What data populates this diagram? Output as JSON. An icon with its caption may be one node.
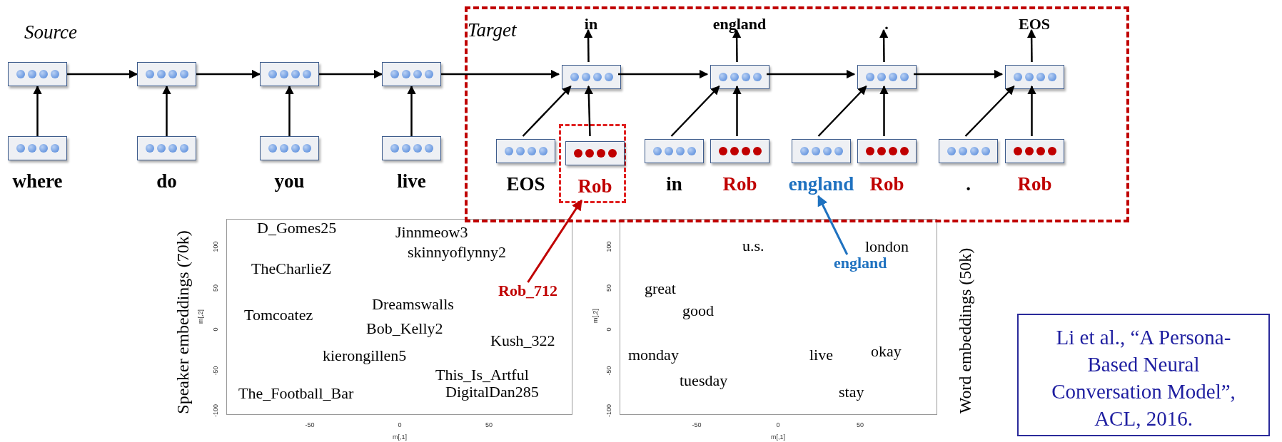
{
  "diagram": {
    "nodes": [
      {
        "text": [],
        "shape": "box"
      },
      {
        "text": [],
        "shape": "box"
      },
      {
        "text": [],
        "shape": "box"
      },
      {
        "text": [],
        "shape": "box"
      },
      {
        "text": [
          "where"
        ]
      },
      {
        "text": [
          "do"
        ]
      },
      {
        "text": [
          "you"
        ]
      },
      {
        "text": [
          "live"
        ]
      },
      {
        "text": [
          "Target"
        ]
      },
      {
        "text": [
          "in"
        ],
        "in": 8
      },
      {
        "text": [
          "england"
        ],
        "in": 8
      },
      {
        "text": [
          "."
        ],
        "in": 8
      },
      {
        "text": [
          "EOS"
        ],
        "in": 8
      },
      {
        "text": [],
        "shape": "box",
        "in": 8
      },
      {
        "text": [],
        "shape": "box",
        "in": 8
      },
      {
        "text": [],
        "shape": "box",
        "in": 8
      },
      {
        "text": [],
        "shape": "box",
        "in": 8
      },
      {
        "text": [
          "EOS"
        ],
        "in": 8
      },
      {
        "text": [],
        "shape": "box",
        "in": 8
      },
      {
        "text": [
          "Rob"
        ],
        "in": 18
      },
      {
        "text": [
          "in"
        ],
        "in": 8
      },
      {
        "text": [
          "Rob"
        ],
        "in": 8
      },
      {
        "text": [
          "england"
        ],
        "in": 8
      },
      {
        "text": [
          "Rob"
        ],
        "in": 8
      },
      {
        "text": [
          "."
        ],
        "in": 8
      },
      {
        "text": [
          "Rob"
        ],
        "in": 8
      },
      {
        "text": [
          "Rob_712"
        ]
      },
      {
        "text": [
          "england"
        ]
      },
      {
        "text": [
          "Li et al., “A Persona-Based Neural Conversation Model”, ACL, 2016."
        ]
      }
    ],
    "edges": [
      {
        "from": 0,
        "to": 1,
        "arrow": "to"
      },
      {
        "from": 1,
        "to": 2,
        "arrow": "to"
      },
      {
        "from": 2,
        "to": 3,
        "arrow": "to"
      },
      {
        "from": 3,
        "to": 13,
        "arrow": "to"
      },
      {
        "from": 13,
        "to": 14,
        "arrow": "to"
      },
      {
        "from": 14,
        "to": 15,
        "arrow": "to"
      },
      {
        "from": 15,
        "to": 16,
        "arrow": "to"
      },
      {
        "from": 4,
        "to": 0,
        "arrow": "to"
      },
      {
        "from": 5,
        "to": 1,
        "arrow": "to"
      },
      {
        "from": 6,
        "to": 2,
        "arrow": "to"
      },
      {
        "from": 7,
        "to": 3,
        "arrow": "to"
      },
      {
        "from": 17,
        "to": 13,
        "arrow": "to"
      },
      {
        "from": 19,
        "to": 13,
        "arrow": "to"
      },
      {
        "from": 20,
        "to": 14,
        "arrow": "to"
      },
      {
        "from": 21,
        "to": 14,
        "arrow": "to"
      },
      {
        "from": 22,
        "to": 15,
        "arrow": "to"
      },
      {
        "from": 23,
        "to": 15,
        "arrow": "to"
      },
      {
        "from": 24,
        "to": 16,
        "arrow": "to"
      },
      {
        "from": 25,
        "to": 16,
        "arrow": "to"
      },
      {
        "from": 13,
        "to": 9,
        "arrow": "to"
      },
      {
        "from": 14,
        "to": 10,
        "arrow": "to"
      },
      {
        "from": 15,
        "to": 11,
        "arrow": "to"
      },
      {
        "from": 16,
        "to": 12,
        "arrow": "to"
      },
      {
        "from": 26,
        "to": 18,
        "arrow": "to",
        "color": "#c00000"
      },
      {
        "from": 27,
        "to": 22,
        "arrow": "to",
        "color": "#1f72c0"
      }
    ],
    "labels": [
      "Source",
      "Speaker embeddings (70k)",
      "D_Gomes25",
      "Jinnmeow3",
      "skinnyoflynny2",
      "TheCharlieZ",
      "Dreamswalls",
      "Tomcoatez",
      "Bob_Kelly2",
      "Kush_322",
      "kierongillen5",
      "This_Is_Artful",
      "The_Football_Bar",
      "DigitalDan285",
      "100",
      "50",
      "0",
      "-50",
      "-100",
      "m[,2]",
      "-50",
      "0",
      "50",
      "m[,1]",
      "u.s.",
      "london",
      "great",
      "good",
      "monday",
      "live",
      "okay",
      "tuesday",
      "stay",
      "100",
      "50",
      "0",
      "-50",
      "-100",
      "m[,2]",
      "-50",
      "0",
      "50",
      "m[,1]",
      "Word embeddings (50k)"
    ]
  }
}
